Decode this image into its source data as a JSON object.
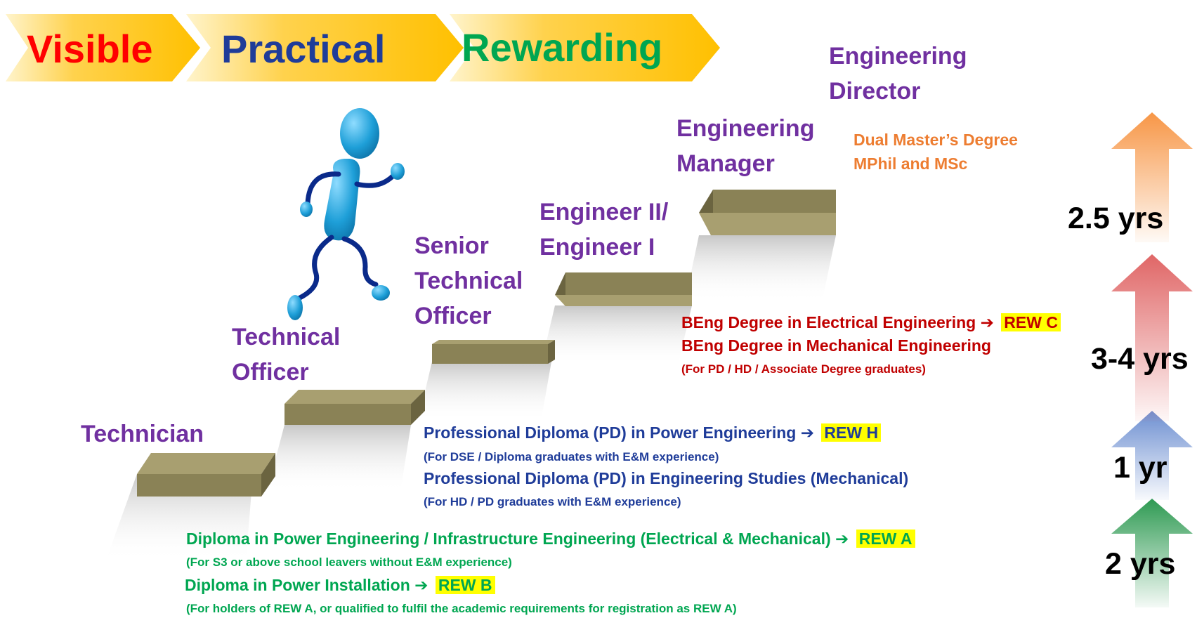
{
  "banner": {
    "steps": [
      {
        "label": "Visible",
        "color": "#ff0000"
      },
      {
        "label": "Practical",
        "color": "#1f3c99"
      },
      {
        "label": "Rewarding",
        "color": "#00a651"
      }
    ]
  },
  "roles": {
    "technician": "Technician",
    "technical_officer": [
      "Technical",
      "Officer"
    ],
    "senior_technical_officer": [
      "Senior",
      "Technical",
      "Officer"
    ],
    "engineer": [
      "Engineer II/",
      "Engineer I"
    ],
    "engineering_manager": [
      "Engineering",
      "Manager"
    ],
    "engineering_director": [
      "Engineering",
      "Director"
    ]
  },
  "qualifications": {
    "masters": {
      "lines": [
        "Dual Master’s Degree",
        "MPhil and MSc"
      ],
      "color": "#ed7d31"
    },
    "beng": {
      "electrical": "BEng Degree in Electrical Engineering",
      "electrical_badge": "REW C",
      "mechanical": "BEng Degree in Mechanical Engineering",
      "note": "(For PD / HD / Associate Degree graduates)",
      "color": "#c00000"
    },
    "pd": {
      "power": "Professional Diploma (PD) in Power Engineering",
      "power_badge": "REW H",
      "power_note": "(For DSE / Diploma graduates with E&M experience)",
      "mech": "Professional Diploma (PD) in Engineering Studies (Mechanical)",
      "mech_note": "(For HD / PD graduates with E&M experience)",
      "color": "#1f3c99"
    },
    "diploma": {
      "power_infra": "Diploma in Power Engineering / Infrastructure Engineering (Electrical & Mechanical)",
      "power_infra_badge": "REW A",
      "power_infra_note": "(For S3 or above school leavers without E&M experience)",
      "installation": "Diploma in Power Installation",
      "installation_badge": "REW B",
      "installation_note": "(For holders of REW A, or qualified to fulfil the academic requirements for registration as REW A)",
      "color": "#00a651"
    },
    "arrow_glyph": "➔"
  },
  "durations": [
    {
      "label": "2.5 yrs",
      "color": "#f79646"
    },
    {
      "label": "3-4 yrs",
      "color": "#e06666"
    },
    {
      "label": "1 yr",
      "color": "#6d8fd1"
    },
    {
      "label": "2 yrs",
      "color": "#3aa55c"
    }
  ],
  "colors": {
    "role": "#7030a0",
    "step_top": "#a89f70",
    "step_front": "#8a8256",
    "step_side": "#6b6440",
    "banner_arrow": "#ffc000",
    "highlight": "#ffff00",
    "figure": "#1e9fd8",
    "figure_dark": "#0a2a8a"
  }
}
